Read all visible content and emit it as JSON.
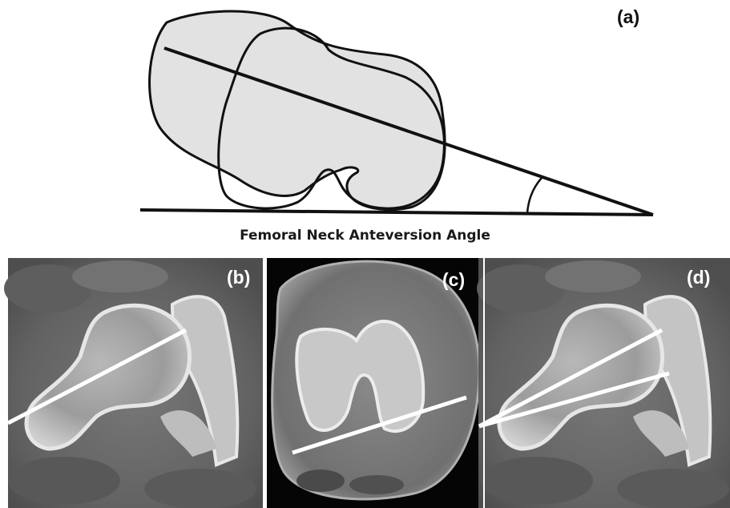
{
  "diagram": {
    "caption": "Femoral Neck Anteversion Angle",
    "panels": [
      {
        "id": "a",
        "label": "(a)"
      },
      {
        "id": "b",
        "label": "(b)"
      },
      {
        "id": "c",
        "label": "(c)"
      },
      {
        "id": "d",
        "label": "(d)"
      }
    ],
    "colors": {
      "bone_outline": "#111111",
      "bone_fill": "#e3e3e3",
      "measurement_line": "#ffffff",
      "ct_background": "#6b6b6b",
      "ct_panel_c_background": "#050505"
    }
  }
}
